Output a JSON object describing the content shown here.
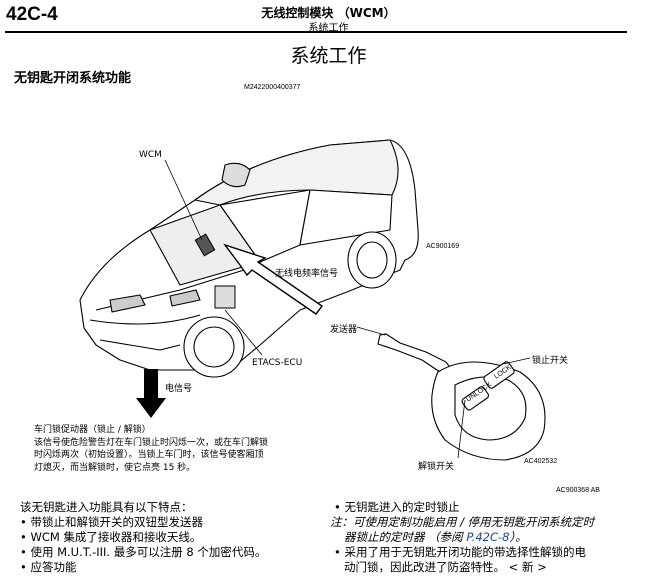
{
  "header": {
    "section": "42C-4",
    "chapter": "无线控制模块 （WCM）",
    "sub": "系统工作"
  },
  "title": "系统工作",
  "subtitle": "无钥匙开闭系统功能",
  "figure": {
    "code_top": "M2422000400377",
    "wcm_label": "WCM",
    "car_code": "AC900169",
    "signal_label": "无线电频率信号",
    "transmitter_label": "发送器",
    "etacs_label": "ETACS-ECU",
    "elec_signal_label": "电信号",
    "lock_label": "锁止开关",
    "unlock_label": "解锁开关",
    "key_code": "AC402532",
    "fig_code": "AC900368 AB",
    "btn_lock": "LOCK",
    "btn_unlock": "UNLOCK",
    "note_lines": [
      "车门锁促动器（锁止 / 解锁）",
      "该信号使危险警告灯在车门锁止时闪烁一次，或在车门解锁",
      "时闪烁两次（初始设置）。当锁上车门时，该信号使客厢顶",
      "灯熄灭，而当解锁时，使它点亮 15 秒。"
    ]
  },
  "left_column": {
    "intro": "该无钥匙进入功能具有以下特点：",
    "items": [
      "带锁止和解锁开关的双钮型发送器",
      "WCM 集成了接收器和接收天线。",
      "使用 M.U.T.-III. 最多可以注册 8 个加密代码。",
      "应答功能"
    ]
  },
  "right_column": {
    "item1": "无钥匙进入的定时锁止",
    "note_line1": "注：可使用定制功能启用 / 停用无钥匙开闭系统定时",
    "note_line2_a": "器锁止的定时器 （参阅 ",
    "note_link": "P.42C-8",
    "note_line2_b": "）。",
    "item2_line1": "采用了用于无钥匙开闭功能的带选择性解锁的电",
    "item2_line2": "动门锁，因此改进了防盗特性。 < 新 >"
  }
}
